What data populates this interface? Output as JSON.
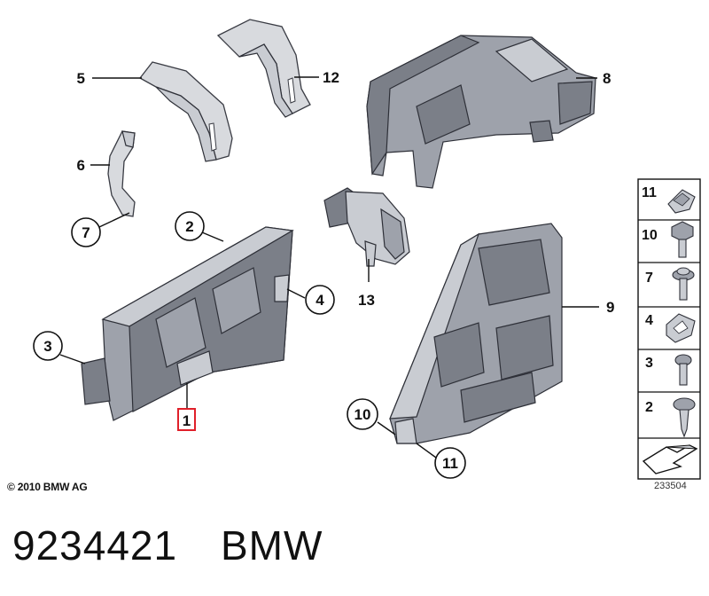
{
  "callouts": {
    "c1": "1",
    "c2": "2",
    "c3": "3",
    "c4": "4",
    "c5": "5",
    "c6": "6",
    "c7": "7",
    "c8": "8",
    "c9": "9",
    "c10": "10",
    "c11": "11",
    "c12": "12",
    "c13": "13"
  },
  "legend": [
    "11",
    "10",
    "7",
    "4",
    "3",
    "2"
  ],
  "copyright": "© 2010 BMW AG",
  "diagram_number": "233504",
  "part_number": "9234421",
  "brand": "BMW",
  "colors": {
    "highlight": "#e0202a",
    "part_gray": "#8a8e96"
  }
}
